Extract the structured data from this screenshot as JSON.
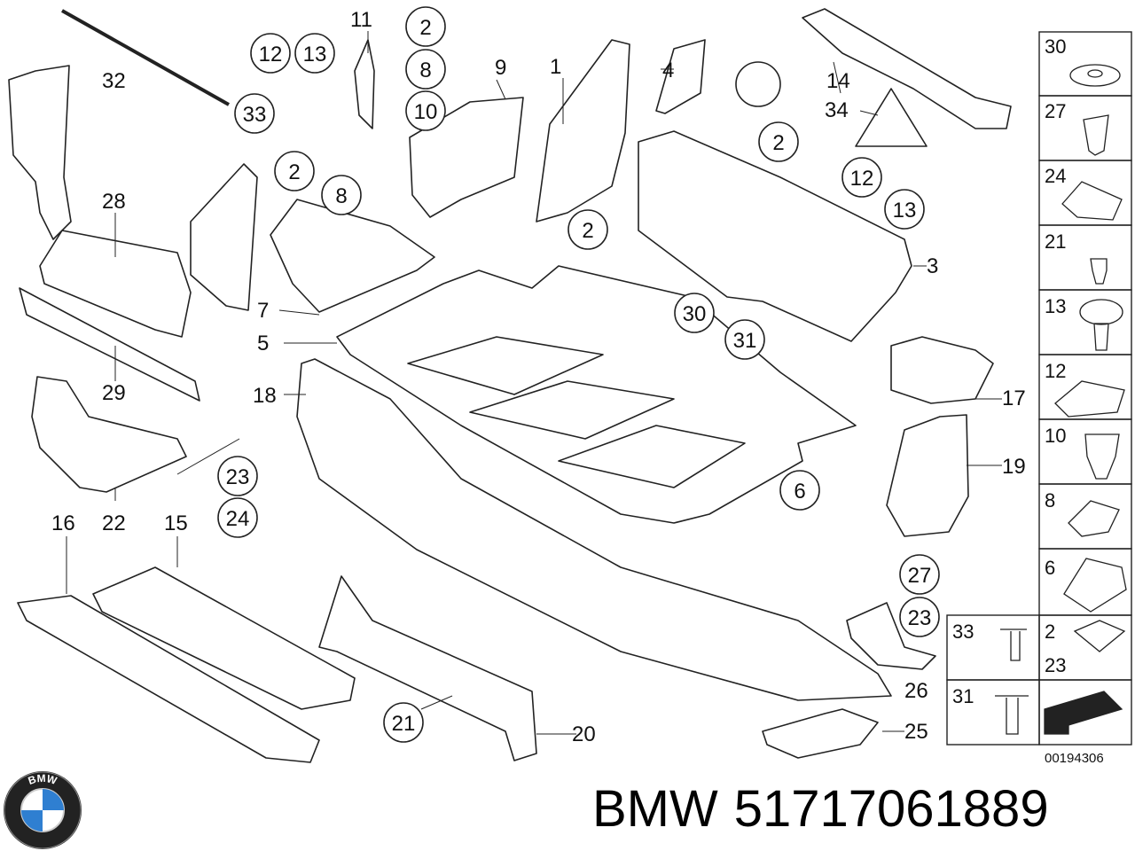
{
  "callouts": {
    "c1": "1",
    "c2a": "2",
    "c2b": "2",
    "c2c": "2",
    "c2d": "2",
    "c3": "3",
    "c4": "4",
    "c5": "5",
    "c6": "6",
    "c7": "7",
    "c8a": "8",
    "c8b": "8",
    "c9": "9",
    "c10": "10",
    "c11": "11",
    "c12a": "12",
    "c12b": "12",
    "c13a": "13",
    "c13b": "13",
    "c14": "14",
    "c15": "15",
    "c16": "16",
    "c17": "17",
    "c18": "18",
    "c19": "19",
    "c20": "20",
    "c21a": "21",
    "c22": "22",
    "c23a": "23",
    "c23b": "23",
    "c24": "24",
    "c25": "25",
    "c26": "26",
    "c27": "27",
    "c28": "28",
    "c29": "29",
    "c30": "30",
    "c31": "31",
    "c32": "32",
    "c33": "33",
    "c34": "34"
  },
  "legend": [
    "30",
    "27",
    "24",
    "21",
    "13",
    "12",
    "10",
    "8",
    "6"
  ],
  "legend_bottom": {
    "b33": "33",
    "b2": "2",
    "b23": "23",
    "b31": "31"
  },
  "ref_number": "00194306",
  "brand": {
    "name": "BMW",
    "part_number": "51717061889",
    "logo_letters": "BMW"
  },
  "colors": {
    "line": "#222222",
    "paper": "#ffffff",
    "logo_blue": "#2f7fd1"
  }
}
